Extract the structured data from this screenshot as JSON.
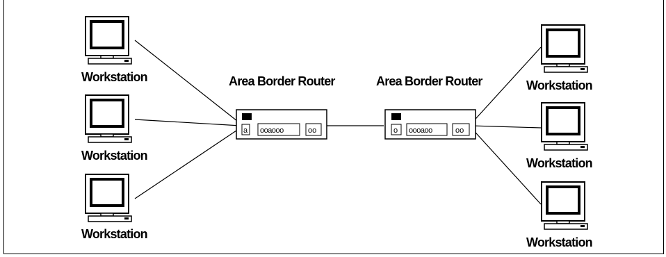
{
  "diagram": {
    "left_workstations": [
      {
        "label": "Workstation"
      },
      {
        "label": "Workstation"
      },
      {
        "label": "Workstation"
      }
    ],
    "routers": [
      {
        "label": "Area Border Router",
        "ports_text": "ooaooo",
        "aux_text": "oo",
        "left_glyph": "a"
      },
      {
        "label": "Area Border Router",
        "ports_text": "oooaoo",
        "aux_text": "oo",
        "left_glyph": "o"
      }
    ],
    "right_workstations": [
      {
        "label": "Workstation"
      },
      {
        "label": "Workstation"
      },
      {
        "label": "Workstation"
      }
    ],
    "colors": {
      "line": "#000000",
      "background": "#ffffff",
      "screen": "#ffffff"
    }
  }
}
